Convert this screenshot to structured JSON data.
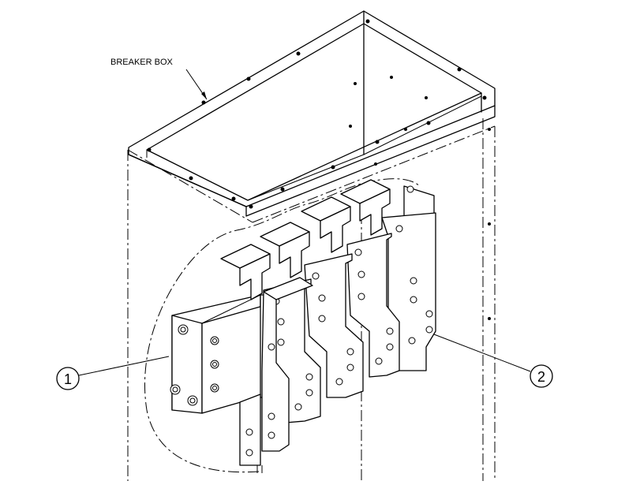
{
  "labels": {
    "breaker_box": "BREAKER BOX",
    "callout_1": "1",
    "callout_2": "2"
  },
  "colors": {
    "line": "#000000",
    "background": "#ffffff"
  }
}
